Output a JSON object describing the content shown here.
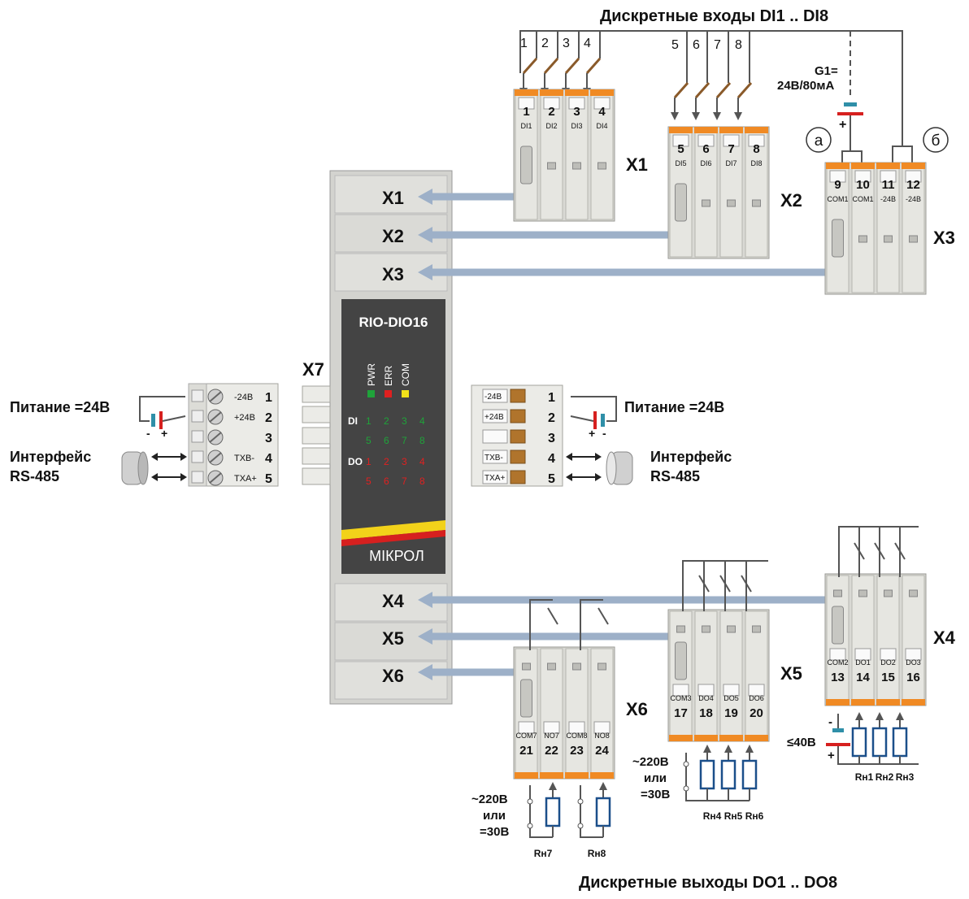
{
  "titles": {
    "inputs": "Дискретные входы DI1 .. DI8",
    "outputs": "Дискретные выходы DO1 .. DO8"
  },
  "module": {
    "name": "RIO-DIO16",
    "brand": "МIКРОЛ",
    "ports": [
      "X1",
      "X2",
      "X3",
      "X4",
      "X5",
      "X6"
    ],
    "leds": [
      "PWR",
      "ERR",
      "COM"
    ],
    "di_label": "DI",
    "do_label": "DO",
    "di_numbers": [
      "1",
      "2",
      "3",
      "4",
      "5",
      "6",
      "7",
      "8"
    ],
    "do_numbers": [
      "1",
      "2",
      "3",
      "4",
      "5",
      "6",
      "7",
      "8"
    ]
  },
  "connectors": {
    "x1": {
      "name": "X1",
      "pins": [
        {
          "n": "1",
          "l": "DI1"
        },
        {
          "n": "2",
          "l": "DI2"
        },
        {
          "n": "3",
          "l": "DI3"
        },
        {
          "n": "4",
          "l": "DI4"
        }
      ]
    },
    "x2": {
      "name": "X2",
      "pins": [
        {
          "n": "5",
          "l": "DI5"
        },
        {
          "n": "6",
          "l": "DI6"
        },
        {
          "n": "7",
          "l": "DI7"
        },
        {
          "n": "8",
          "l": "DI8"
        }
      ]
    },
    "x3": {
      "name": "X3",
      "pins": [
        {
          "n": "9",
          "l": "COM1"
        },
        {
          "n": "10",
          "l": "COM1"
        },
        {
          "n": "11",
          "l": "-24B"
        },
        {
          "n": "12",
          "l": "-24B"
        }
      ]
    },
    "x4": {
      "name": "X4",
      "pins": [
        {
          "n": "13",
          "l": "COM2"
        },
        {
          "n": "14",
          "l": "DO1"
        },
        {
          "n": "15",
          "l": "DO2"
        },
        {
          "n": "16",
          "l": "DO3"
        }
      ]
    },
    "x5": {
      "name": "X5",
      "pins": [
        {
          "n": "17",
          "l": "COM3"
        },
        {
          "n": "18",
          "l": "DO4"
        },
        {
          "n": "19",
          "l": "DO5"
        },
        {
          "n": "20",
          "l": "DO6"
        }
      ]
    },
    "x6": {
      "name": "X6",
      "pins": [
        {
          "n": "21",
          "l": "COM7"
        },
        {
          "n": "22",
          "l": "NO7"
        },
        {
          "n": "23",
          "l": "COM8"
        },
        {
          "n": "24",
          "l": "NO8"
        }
      ]
    },
    "x7": {
      "name": "X7"
    }
  },
  "switch_numbers": [
    "1",
    "2",
    "3",
    "4",
    "5",
    "6",
    "7",
    "8"
  ],
  "g1": {
    "line1": "G1=",
    "line2": "24В/80мА"
  },
  "jumpers": {
    "a": "а",
    "b": "б"
  },
  "left_block": {
    "labels": [
      "-24B",
      "+24B",
      "",
      "TXB-",
      "TXA+"
    ],
    "numbers": [
      "1",
      "2",
      "3",
      "4",
      "5"
    ],
    "power": "Питание =24В",
    "iface1": "Интерфейс",
    "iface2": "RS-485"
  },
  "right_block": {
    "labels": [
      "-24B",
      "+24B",
      "",
      "TXB-",
      "TXA+"
    ],
    "numbers": [
      "1",
      "2",
      "3",
      "4",
      "5"
    ],
    "power": "Питание =24В",
    "iface1": "Интерфейс",
    "iface2": "RS-485"
  },
  "supplies": {
    "ac": [
      "~220В",
      "или",
      "=30В"
    ],
    "dc40": "≤40В"
  },
  "loads": {
    "x4": [
      "Rн1",
      "Rн2",
      "Rн3"
    ],
    "x5": [
      "Rн4",
      "Rн5",
      "Rн6"
    ],
    "x6": [
      "Rн7",
      "Rн8"
    ]
  },
  "colors": {
    "orange": "#f08a24",
    "blue_arrow": "#9db0c8",
    "panel": "#444444",
    "led_green": "#1fa33a",
    "led_red": "#e02020",
    "led_yellow": "#f2e21a",
    "stripe_red": "#d6201f",
    "stripe_yellow": "#f2d21a"
  }
}
